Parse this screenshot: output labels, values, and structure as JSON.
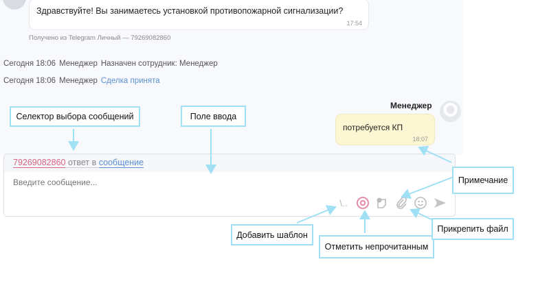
{
  "messages": {
    "incoming": {
      "text": "Здравствуйте! Вы занимаетесь установкой противопожарной сигнализации?",
      "time": "17:54",
      "source": "Получено из Telegram Личный — 79269082860"
    },
    "system": [
      {
        "date": "Сегодня 18:06",
        "author": "Менеджер",
        "text": "Назначен сотрудник: Менеджер"
      },
      {
        "date": "Сегодня 18:06",
        "author": "Менеджер",
        "text": "Сделка принята"
      }
    ],
    "note": {
      "author": "Менеджер",
      "text": "потребуется КП",
      "time": "18:07"
    }
  },
  "composer": {
    "phone": "79269082860",
    "reply_mid": "ответ в",
    "reply_target": "сообщение",
    "placeholder": "Введите сообщение...",
    "template_icon": "\\.."
  },
  "annotations": {
    "selector": "Селектор выбора сообщений",
    "input": "Поле ввода",
    "note": "Примечание",
    "template": "Добавить шаблон",
    "unread": "Отметить непрочитанным",
    "attach": "Прикрепить файл"
  },
  "colors": {
    "accent_pink": "#d9637f",
    "link": "#5b8fd0",
    "note_bg": "#fdf6d3",
    "annotation": "#9fe0f4"
  }
}
